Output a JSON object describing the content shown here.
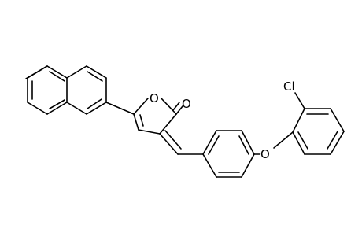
{
  "structure": {
    "atom_labels": {
      "ring_oxygen": "O",
      "carbonyl_oxygen": "O",
      "ether_oxygen": "O",
      "chlorine": "Cl"
    }
  },
  "colors": {
    "bond": "#000000",
    "background": "#ffffff"
  }
}
